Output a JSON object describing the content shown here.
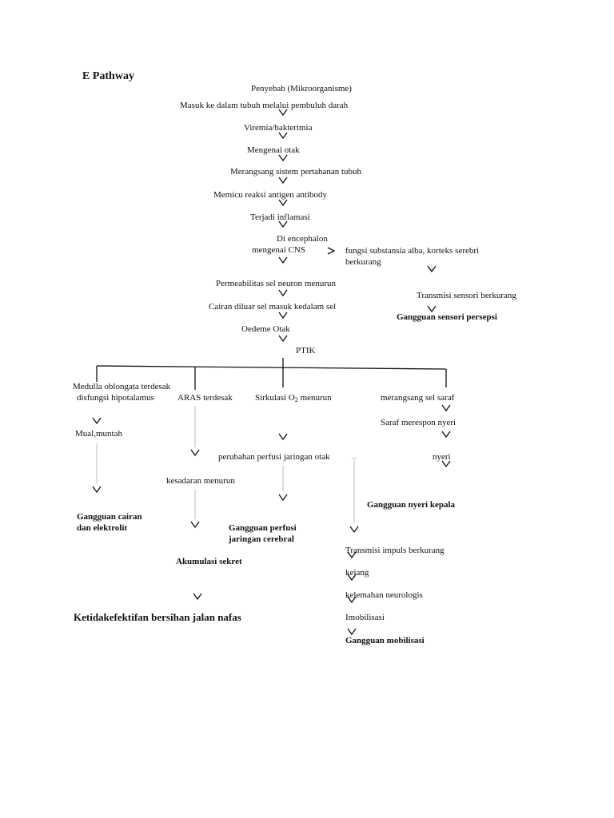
{
  "title": "E Pathway",
  "main_chain": [
    "Penyebab (Mikroorganisme)",
    "Masuk ke dalam tubuh melalui pembuluh darah",
    "Viremia/bakterimia",
    "Mengenai otak",
    "Merangsang sistem pertahanan tubuh",
    "Memicu reaksi antigen antibody",
    "Terjadi inflamasi",
    "Di encephalon",
    "mengenai CNS",
    "Permeabilitas sel neuron menurun",
    "Cairan diluar sel masuk kedalam sel",
    "Oedeme Otak",
    "PTIK"
  ],
  "right_branch": {
    "line1": "fungsi substansia alba, korteks serebri",
    "line2": "berkurang",
    "transmisi": "Transmisi   sensori berkurang",
    "outcome": "Gangguan sensori  persepsi"
  },
  "branch1": {
    "line1": "Medulla oblongata terdesak",
    "line2": "disfungsi hipotalamus",
    "effect": "Mual,muntah",
    "outcome_line1": "Gangguan cairan",
    "outcome_line2": "dan elektrolit"
  },
  "branch2": {
    "label": "ARAS terdesak",
    "effect": "kesadaran  menurun",
    "result": "Akumulasi  sekret",
    "outcome": "Ketidakefektifan bersihan jalan nafas"
  },
  "branch3": {
    "label_pre": "Sirkulasi O",
    "label_sub": "2",
    "label_post": " menurun",
    "effect": "perubahan perfusi jaringan otak",
    "outcome_line1": "Gangguan perfusi",
    "outcome_line2": "jaringan cerebral",
    "chain": [
      "Transmisi impuls berkurang",
      "kejang",
      "kelemahan neurologis",
      "Imobilisasi"
    ],
    "chain_outcome": "Gangguan mobilisasi"
  },
  "branch4": {
    "label": "merangsang sel saraf",
    "effect": "Saraf merespon nyeri",
    "result": "nyeri",
    "outcome": "Gangguan nyeri kepala"
  }
}
